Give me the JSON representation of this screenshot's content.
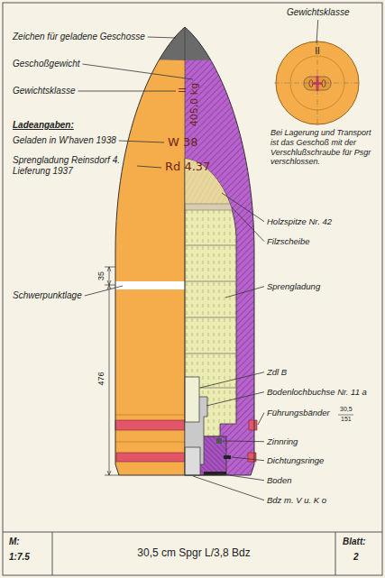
{
  "diagram": {
    "title": "30,5 cm Spgr L/3,8 Bdz",
    "labels": [
      "Zeichen für geladene Geschosse",
      "Geschoßgewicht",
      "Gewichtsklasse",
      "405,0 kg",
      "II",
      "Ladeangaben:",
      "Geladen in W'haven 1938",
      "W 38",
      "Sprengladung Reinsdorf 4. Lieferung 1937",
      "Rd 4.37",
      "Gewichtsklasse",
      "II",
      "Bei Lagerung und Transport ist das Geschoß mit der Verschlußschraube für Psgr verschlossen.",
      "Holzspitze Nr. 42",
      "Filzscheibe",
      "Sprengladung",
      "Schwerpunktlage",
      "35",
      "476",
      "Zdl B",
      "Bodenlochbuchse Nr. 11 a",
      "Führungsbänder",
      "30,5",
      "151",
      "Zinnring",
      "Dichtungsringe",
      "Boden",
      "Bdz m. V u. K o",
      "M:",
      "1:7.5",
      "Blatt:",
      "2"
    ]
  }
}
